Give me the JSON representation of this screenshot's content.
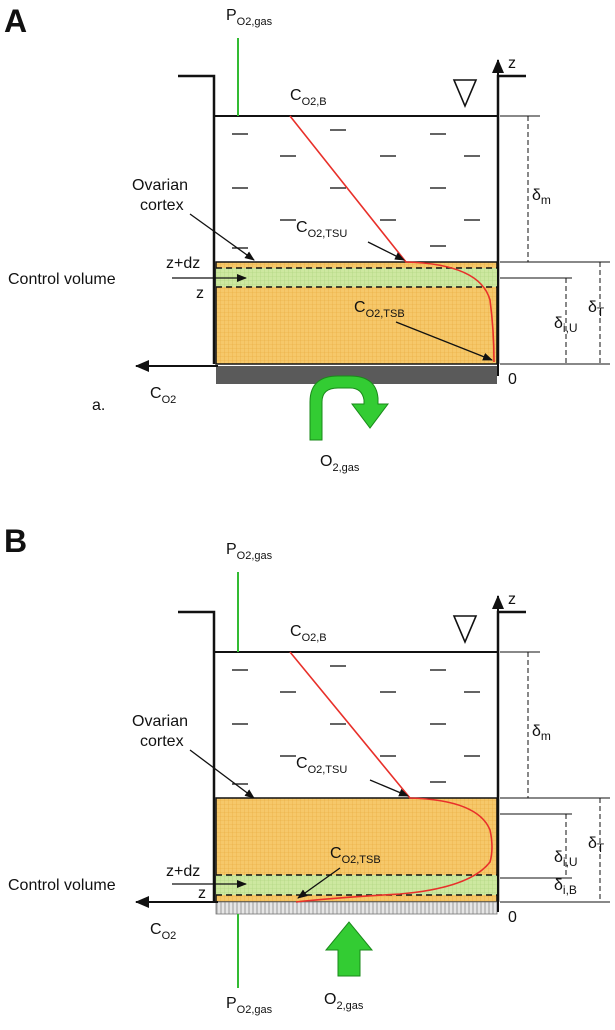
{
  "panel_a": {
    "panel_letter": "A",
    "sub_letter": "a.",
    "p_o2_top": "P",
    "p_o2_top_sub": "O2,gas",
    "c_o2_b": "C",
    "c_o2_b_sub": "O2,B",
    "c_o2_tsu": "C",
    "c_o2_tsu_sub": "O2,TSU",
    "c_o2_tsb": "C",
    "c_o2_tsb_sub": "O2,TSB",
    "ovarian_line1": "Ovarian",
    "ovarian_line2": "cortex",
    "control_volume": "Control volume",
    "z_dz": "z+dz",
    "z_lower": "z",
    "z_axis": "z",
    "zero": "0",
    "c_o2_out": "C",
    "c_o2_out_sub": "O2",
    "o2_gas": "O",
    "o2_gas_sub": "2,gas",
    "delta_m": "δ",
    "delta_m_sub": "m",
    "delta_iu": "δ",
    "delta_iu_sub": "i,U",
    "delta_t": "δ",
    "delta_t_sub": "T"
  },
  "panel_b": {
    "panel_letter": "B",
    "p_o2_top": "P",
    "p_o2_top_sub": "O2,gas",
    "p_o2_bottom": "P",
    "p_o2_bottom_sub": "O2,gas",
    "c_o2_b": "C",
    "c_o2_b_sub": "O2,B",
    "c_o2_tsu": "C",
    "c_o2_tsu_sub": "O2,TSU",
    "c_o2_tsb": "C",
    "c_o2_tsb_sub": "O2,TSB",
    "ovarian_line1": "Ovarian",
    "ovarian_line2": "cortex",
    "control_volume": "Control volume",
    "z_dz": "z+dz",
    "z_lower": "z",
    "z_axis": "z",
    "zero": "0",
    "c_o2_out": "C",
    "c_o2_out_sub": "O2",
    "o2_gas": "O",
    "o2_gas_sub": "2,gas",
    "delta_m": "δ",
    "delta_m_sub": "m",
    "delta_iu": "δ",
    "delta_iu_sub": "i,U",
    "delta_ib": "δ",
    "delta_ib_sub": "i,B",
    "delta_t": "δ",
    "delta_t_sub": "T"
  },
  "colors": {
    "tissue": "#f6c86a",
    "tissue_grid": "#e8a93a",
    "control_volume": "#cde8a0",
    "profile": "#e8302a",
    "gas_line": "#33bb33",
    "arrow_green": "#33cc33",
    "plate_dark": "#5a5a5a",
    "plate_membrane": "#cccccc"
  }
}
